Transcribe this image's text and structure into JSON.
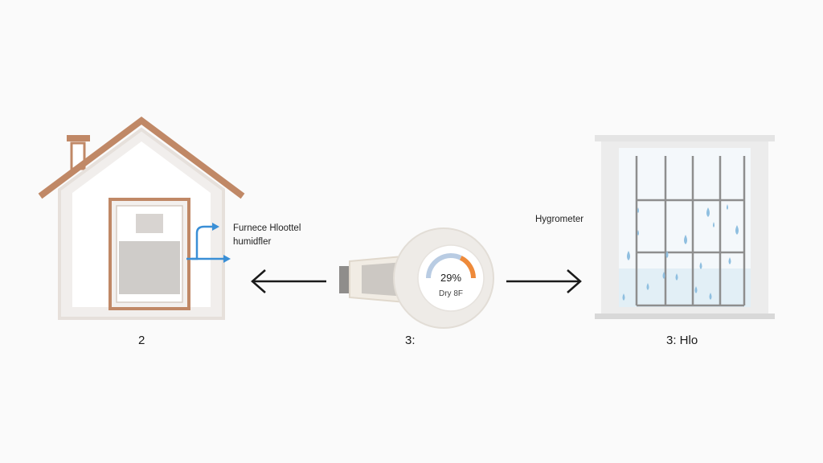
{
  "furnace": {
    "label_line1": "Furnece Hloottel",
    "label_line2": "humidfler"
  },
  "hygrometer": {
    "label": "Hygrometer",
    "reading": "29%",
    "status": "Dry 8F",
    "level": 0.29
  },
  "steps": {
    "house": "2",
    "hygrometer": "3:",
    "window": "3: Hlo"
  },
  "colors": {
    "roof": "#c08866",
    "frame": "#c08866",
    "airflow": "#3a8fd6",
    "gauge_orange": "#ee8a3a",
    "gauge_blue": "#b9cce3",
    "window_frame": "#8e8e8e",
    "condensation": "#8fbfe0"
  }
}
